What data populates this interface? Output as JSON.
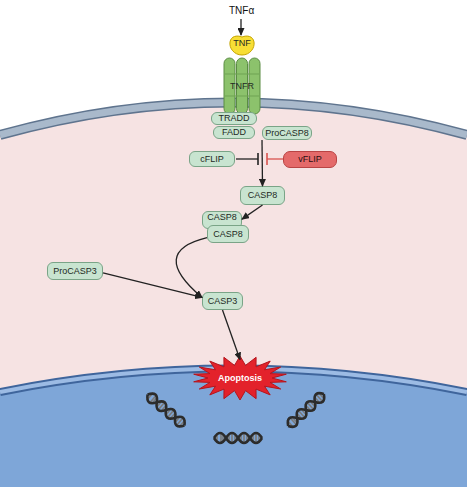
{
  "diagram": {
    "nodes": [
      {
        "text": [
          "TNF"
        ]
      },
      {
        "text": [
          "TNFR"
        ]
      },
      {
        "text": [
          "TRADD"
        ]
      },
      {
        "text": [
          "FADD"
        ]
      },
      {
        "text": [
          "ProCASP8"
        ]
      },
      {
        "text": [
          "cFLIP"
        ]
      },
      {
        "text": [
          "vFLIP"
        ]
      },
      {
        "text": [
          "CASP8"
        ]
      },
      {
        "text": [
          "CASP8"
        ]
      },
      {
        "text": [
          "CASP8"
        ]
      },
      {
        "text": [
          "ProCASP3"
        ]
      },
      {
        "text": [
          "CASP3"
        ]
      },
      {
        "text": [
          "Apoptosis"
        ]
      }
    ],
    "edges": [
      {
        "from": 4,
        "to": 7,
        "arrow": "to"
      },
      {
        "from": 7,
        "to": 8,
        "arrow": "to"
      },
      {
        "from": 9,
        "to": 11,
        "arrow": "to"
      },
      {
        "from": 10,
        "to": 11,
        "arrow": "to"
      },
      {
        "from": 11,
        "to": 12,
        "arrow": "to"
      }
    ],
    "labels": [
      "TNFα"
    ]
  }
}
